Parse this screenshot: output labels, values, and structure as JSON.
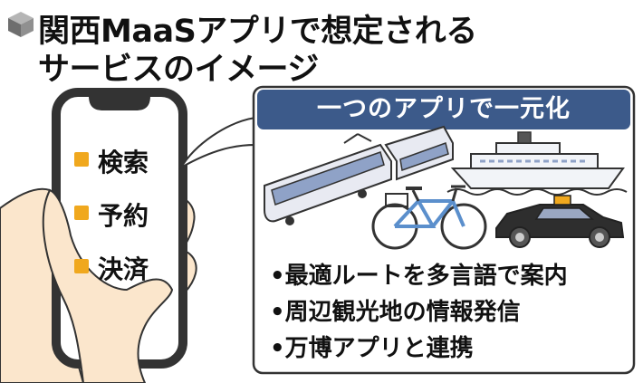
{
  "title": {
    "line1": "関西MaaSアプリで想定される",
    "line2": "サービスのイメージ"
  },
  "phone": {
    "items": [
      {
        "label": "検索"
      },
      {
        "label": "予約"
      },
      {
        "label": "決済"
      }
    ]
  },
  "panel": {
    "header": "一つのアプリで一元化",
    "features": [
      "•最適ルートを多言語で案内",
      "•周辺観光地の情報発信",
      "•万博アプリと連携"
    ]
  },
  "colors": {
    "panel_header": "#3c5a8a",
    "bullet": "#f0a81e",
    "skin": "#fbe6cc",
    "phone_frame": "#333333",
    "bicycle": "#5b8fcc"
  },
  "icons": [
    "cube-icon",
    "train-icon",
    "ship-icon",
    "bicycle-icon",
    "taxi-icon"
  ]
}
